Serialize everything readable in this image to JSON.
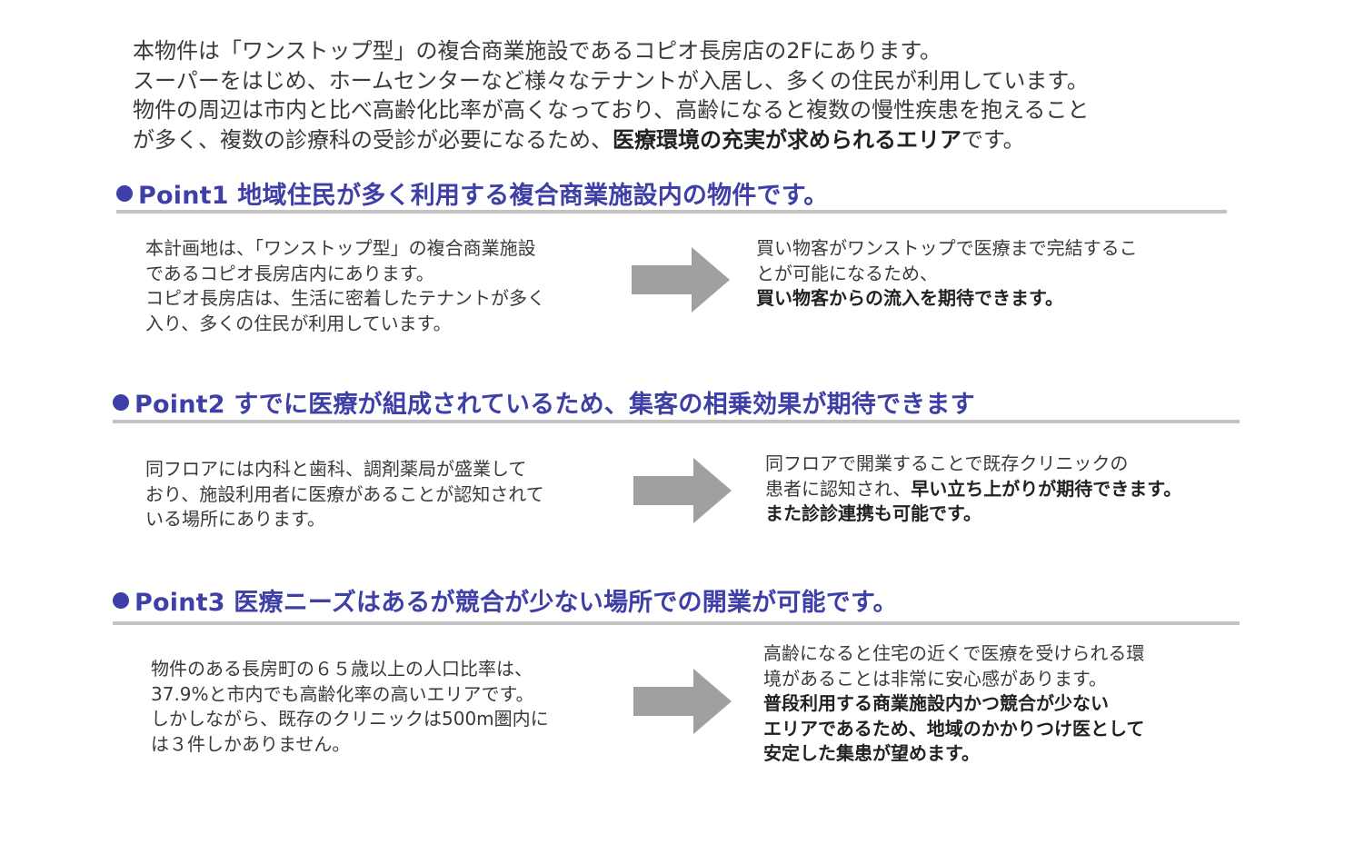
{
  "intro": {
    "line1": "本物件は「ワンストップ型」の複合商業施設であるコピオ長房店の2Fにあります。",
    "line2": "スーパーをはじめ、ホームセンターなど様々なテナントが入居し、多くの住民が利用しています。",
    "line3": "物件の周辺は市内と比べ高齢化比率が高くなっており、高齢になると複数の慢性疾患を抱えること",
    "line4_pre": "が多く、複数の診療科の受診が必要になるため、",
    "line4_bold": "医療環境の充実が求められるエリア",
    "line4_post": "です。"
  },
  "points": [
    {
      "title": "Point1 地域住民が多く利用する複合商業施設内の物件です。",
      "left": [
        "本計画地は、「ワンストップ型」の複合商業施設",
        "であるコピオ長房店内にあります。",
        "コピオ長房店は、生活に密着したテナントが多く",
        "入り、多くの住民が利用しています。"
      ],
      "right_line1": "買い物客がワンストップで医療まで完結するこ",
      "right_line2": "とが可能になるため、",
      "right_line3_bold": "買い物客からの流入を期待できます。"
    },
    {
      "title": "Point2 すでに医療が組成されているため、集客の相乗効果が期待できます",
      "left": [
        "同フロアには内科と歯科、調剤薬局が盛業して",
        "おり、施設利用者に医療があることが認知されて",
        "いる場所にあります。"
      ],
      "right_line1": "同フロアで開業することで既存クリニックの",
      "right_line2_pre": "患者に認知され、",
      "right_line2_bold": "早い立ち上がりが期待できます。",
      "right_line3_bold": "また診診連携も可能です。"
    },
    {
      "title": "Point3 医療ニーズはあるが競合が少ない場所での開業が可能です。",
      "left": [
        "物件のある長房町の６５歳以上の人口比率は、",
        "37.9%と市内でも高齢化率の高いエリアです。",
        "しかしながら、既存のクリニックは500m圏内に",
        "は３件しかありません。"
      ],
      "right_line1": "高齢になると住宅の近くで医療を受けられる環",
      "right_line2": "境があることは非常に安心感があります。",
      "right_bold": [
        "普段利用する商業施設内かつ競合が少ない",
        "エリアであるため、地域のかかりつけ医として",
        "安定した集患が望めます。"
      ]
    }
  ],
  "colors": {
    "heading": "#3f3fa8",
    "rule": "#c3c3c3",
    "arrow": "#a0a0a0",
    "text": "#3a3a3a"
  }
}
